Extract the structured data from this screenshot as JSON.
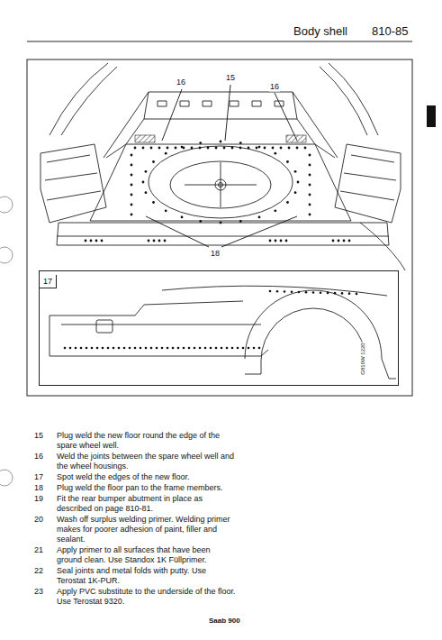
{
  "diagram": {
    "nodes": [
      {
        "text": [
          "17"
        ]
      }
    ],
    "labels": [
      "Body shell",
      "810-85",
      "16",
      "15",
      "16",
      "18",
      "G810W 1220",
      "15",
      "Plug weld the new floor round the edge of the spare wheel well.",
      "16",
      "Weld the joints between the spare wheel well and the wheel housings.",
      "17",
      "Spot weld the edges of the new floor.",
      "18",
      "Plug weld the floor pan to the frame members.",
      "19",
      "Fit the rear bumper abutment in place as described on page 810-81.",
      "20",
      "Wash off surplus welding primer. Welding primer makes for poorer adhesion of paint, filler and sealant.",
      "21",
      "Apply primer to all surfaces that have been ground clean. Use Standox 1K Füllprimer.",
      "22",
      "Seal joints and metal folds with putty. Use Terostat 1K-PUR.",
      "23",
      "Apply PVC substitute to the underside of the floor. Use Terostat 9320.",
      "Saab 900"
    ]
  }
}
